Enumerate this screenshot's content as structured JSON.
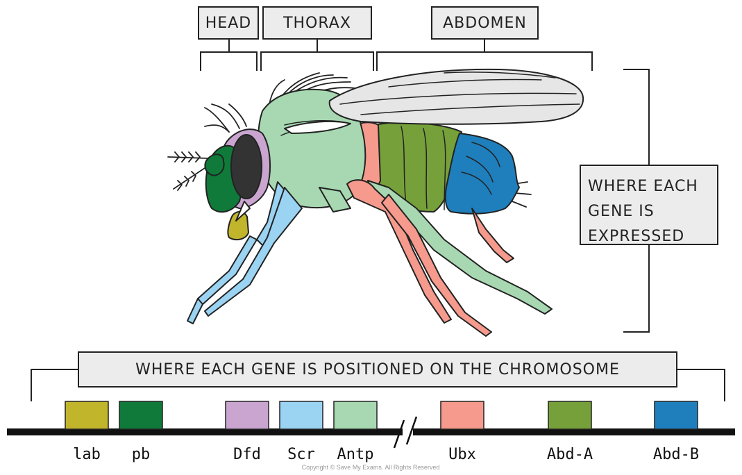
{
  "sections": {
    "head": "HEAD",
    "thorax": "THORAX",
    "abdomen": "ABDOMEN"
  },
  "expressed_label": "WHERE EACH\nGENE IS\nEXPRESSED",
  "chromosome_label": "WHERE EACH GENE IS POSITIONED ON THE CHROMOSOME",
  "genes": [
    {
      "name": "lab",
      "color": "#c1b52c"
    },
    {
      "name": "pb",
      "color": "#0f7a3a"
    },
    {
      "name": "Dfd",
      "color": "#c9a5d0"
    },
    {
      "name": "Scr",
      "color": "#9bd3f2"
    },
    {
      "name": "Antp",
      "color": "#a7d8b1"
    },
    {
      "name": "Ubx",
      "color": "#f59a8c"
    },
    {
      "name": "Abd-A",
      "color": "#76a03a"
    },
    {
      "name": "Abd-B",
      "color": "#1f7fbd"
    }
  ],
  "copyright": "Copyright © Save My Exams. All Rights Reserved"
}
